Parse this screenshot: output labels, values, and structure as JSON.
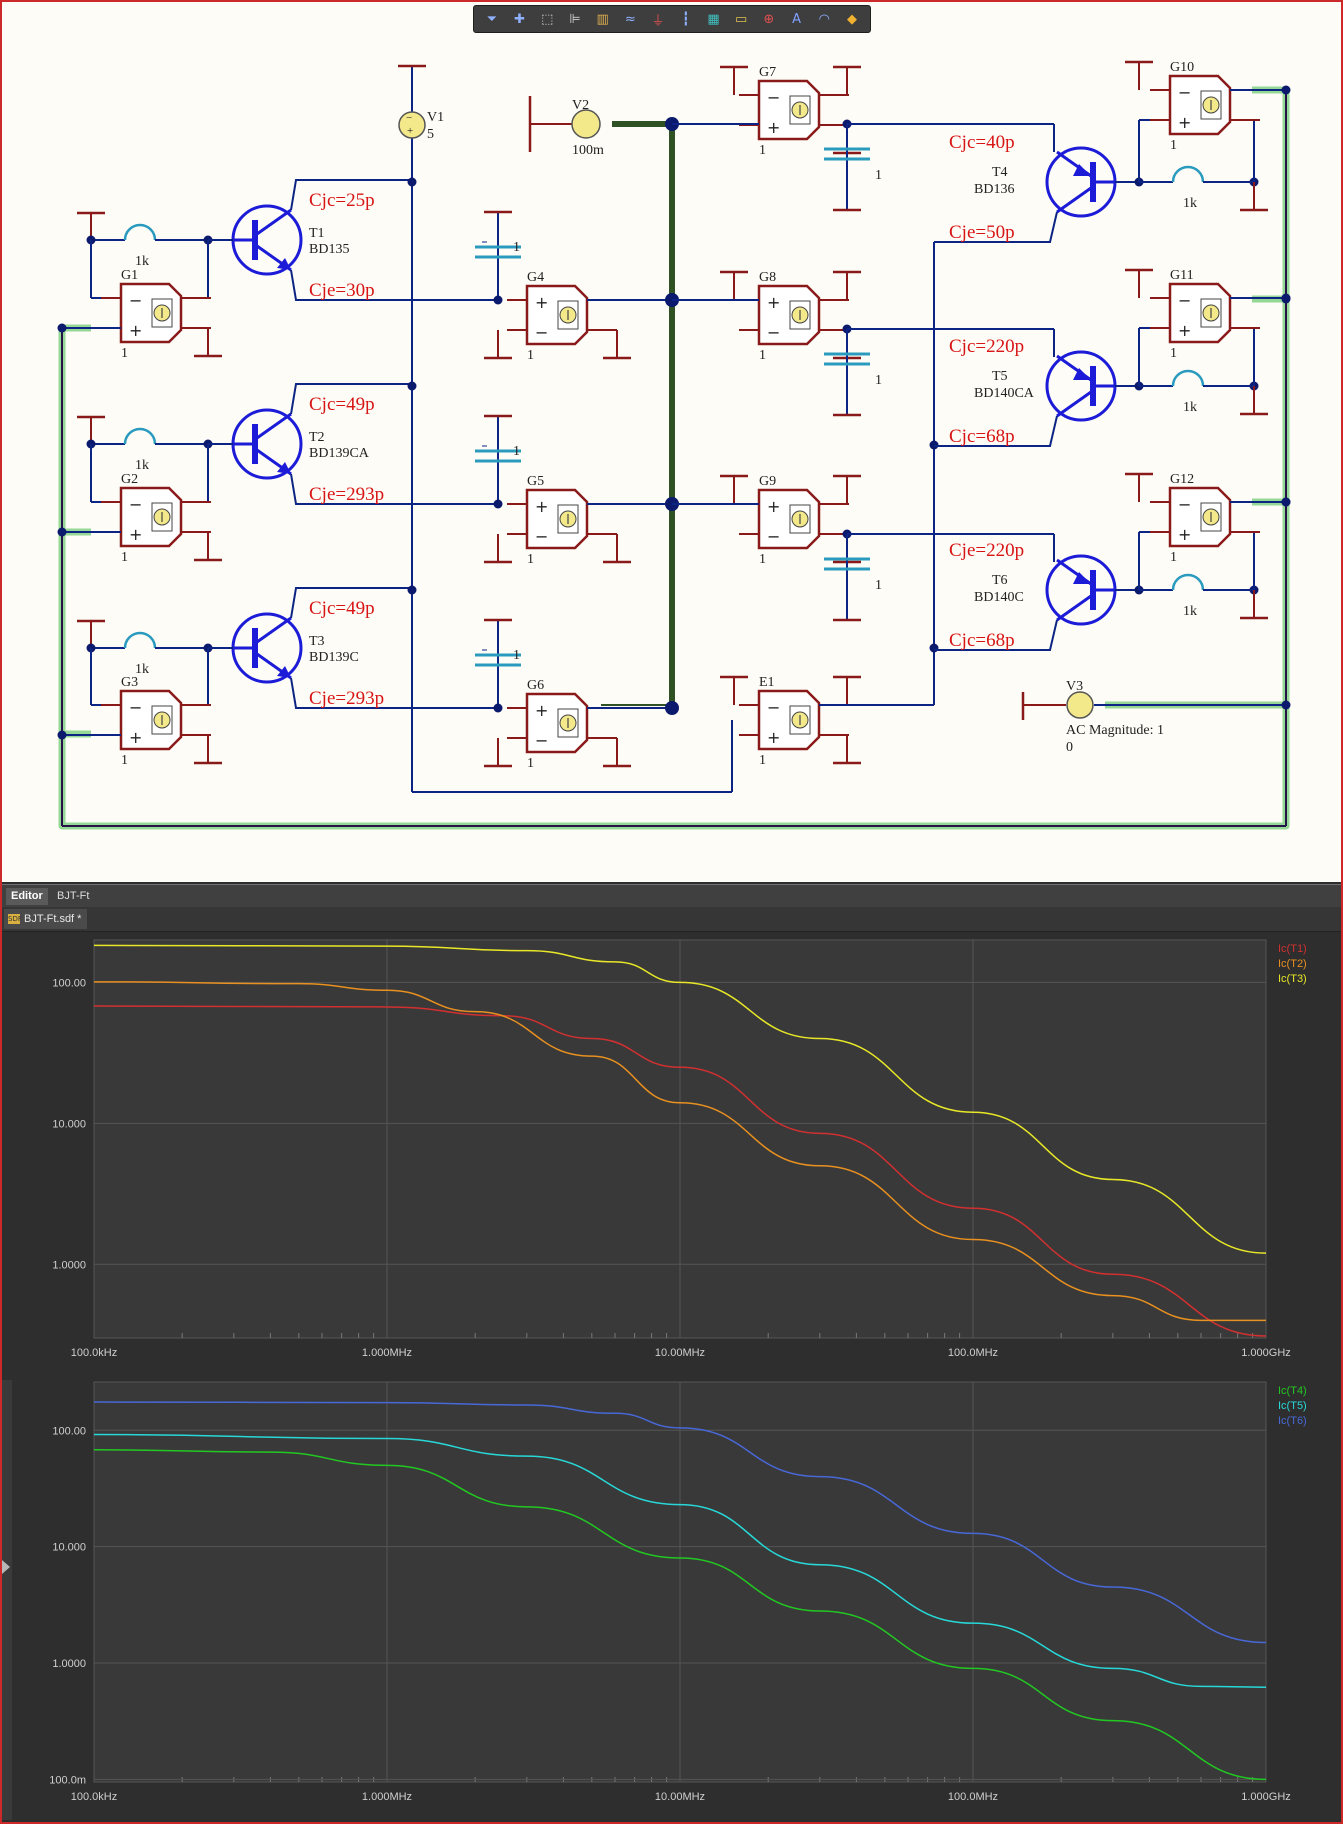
{
  "toolbar": {
    "buttons": [
      {
        "name": "filter-icon",
        "glyph": "⏷",
        "color": "#8fb0ff"
      },
      {
        "name": "crosshair-icon",
        "glyph": "✚",
        "color": "#8fb0ff"
      },
      {
        "name": "select-rect-icon",
        "glyph": "⬚",
        "color": "#cfcfcf"
      },
      {
        "name": "align-icon",
        "glyph": "⊫",
        "color": "#cfcfcf"
      },
      {
        "name": "component-icon",
        "glyph": "▥",
        "color": "#e0b050"
      },
      {
        "name": "wire-icon",
        "glyph": "≈",
        "color": "#8fb0ff"
      },
      {
        "name": "ground-icon",
        "glyph": "⏚",
        "color": "#e05050"
      },
      {
        "name": "bus-icon",
        "glyph": "┇",
        "color": "#8fb0ff"
      },
      {
        "name": "chip-icon",
        "glyph": "▦",
        "color": "#40c0c0"
      },
      {
        "name": "port-icon",
        "glyph": "▭",
        "color": "#e0c050"
      },
      {
        "name": "probe-icon",
        "glyph": "⊕",
        "color": "#e05050"
      },
      {
        "name": "text-icon",
        "glyph": "A",
        "color": "#7fa0ff"
      },
      {
        "name": "arc-icon",
        "glyph": "◠",
        "color": "#8fb0ff"
      },
      {
        "name": "marker-icon",
        "glyph": "◆",
        "color": "#f0b030"
      }
    ]
  },
  "schematic": {
    "colors": {
      "wire": "#0c2484",
      "component": "#8a1a1a",
      "net": "#25124a",
      "label": "#d81414",
      "transistor": "#1c1cd8",
      "capacitor": "#2a9bbf",
      "source_fill": "#f3e98a",
      "bus": "#2f5224",
      "highlight": "#95d896",
      "junction": "#0c1a6e"
    },
    "transistors": [
      {
        "ref": "T1",
        "part": "BD135",
        "cjc": "Cjc=25p",
        "cje": "Cje=30p"
      },
      {
        "ref": "T2",
        "part": "BD139CA",
        "cjc": "Cjc=49p",
        "cje": "Cje=293p"
      },
      {
        "ref": "T3",
        "part": "BD139C",
        "cjc": "Cjc=49p",
        "cje": "Cje=293p"
      },
      {
        "ref": "T4",
        "part": "BD136",
        "cjc": "Cjc=40p",
        "cje": "Cje=50p"
      },
      {
        "ref": "T5",
        "part": "BD140CA",
        "cjc": "Cjc=220p",
        "cje": "Cjc=68p"
      },
      {
        "ref": "T6",
        "part": "BD140C",
        "cjc": "Cje=220p",
        "cje": "Cjc=68p"
      }
    ],
    "sources": {
      "v1": {
        "ref": "V1",
        "value": "5"
      },
      "v2": {
        "ref": "V2",
        "value": "100m"
      },
      "v3": {
        "ref": "V3",
        "value": "AC Magnitude: 1",
        "value2": "0"
      }
    },
    "gains": {
      "G1": "1",
      "G2": "1",
      "G3": "1",
      "G4": "1",
      "G5": "1",
      "G6": "1",
      "G7": "1",
      "G8": "1",
      "G9": "1",
      "G10": "1",
      "G11": "1",
      "G12": "1",
      "E1": "1"
    },
    "inductor_value": "1k",
    "capacitor_value": "1"
  },
  "tabs": {
    "editor": "Editor",
    "bjt": "BJT-Ft",
    "file": "BJT-Ft.sdf *",
    "file_icon": "SDF"
  },
  "chart_data": [
    {
      "type": "line",
      "x_scale": "log",
      "y_scale": "log",
      "xlim": [
        100000,
        1000000000
      ],
      "ylim": [
        0.3,
        200
      ],
      "x_ticks": [
        "100.0kHz",
        "1.000MHz",
        "10.00MHz",
        "100.0MHz",
        "1.000GHz"
      ],
      "y_ticks": [
        "100.00",
        "10.000",
        "1.0000"
      ],
      "legend_position": "top-right",
      "grid": true,
      "series": [
        {
          "name": "Ic(T1)",
          "color": "#d23030",
          "points": [
            [
              100000,
              68
            ],
            [
              1000000,
              67
            ],
            [
              2500000,
              58
            ],
            [
              5000000,
              40
            ],
            [
              10000000,
              25
            ],
            [
              30000000,
              8.5
            ],
            [
              100000000,
              2.5
            ],
            [
              300000000,
              0.85
            ],
            [
              1000000000,
              0.31
            ]
          ]
        },
        {
          "name": "Ic(T2)",
          "color": "#e89020",
          "points": [
            [
              100000,
              101
            ],
            [
              500000,
              98
            ],
            [
              1000000,
              88
            ],
            [
              2000000,
              62
            ],
            [
              5000000,
              30
            ],
            [
              10000000,
              14
            ],
            [
              30000000,
              5
            ],
            [
              100000000,
              1.5
            ],
            [
              300000000,
              0.6
            ],
            [
              600000000,
              0.4
            ],
            [
              1000000000,
              0.4
            ]
          ]
        },
        {
          "name": "Ic(T3)",
          "color": "#e8e828",
          "points": [
            [
              100000,
              183
            ],
            [
              1000000,
              181
            ],
            [
              3000000,
              168
            ],
            [
              6000000,
              140
            ],
            [
              10000000,
              100
            ],
            [
              30000000,
              40
            ],
            [
              100000000,
              12
            ],
            [
              300000000,
              4
            ],
            [
              1000000000,
              1.2
            ]
          ]
        }
      ]
    },
    {
      "type": "line",
      "x_scale": "log",
      "y_scale": "log",
      "xlim": [
        100000,
        1000000000
      ],
      "ylim": [
        0.095,
        260
      ],
      "x_ticks": [
        "100.0kHz",
        "1.000MHz",
        "10.00MHz",
        "100.0MHz",
        "1.000GHz"
      ],
      "y_ticks": [
        "100.00",
        "10.000",
        "1.0000",
        "100.0m"
      ],
      "legend_position": "top-right",
      "grid": true,
      "series": [
        {
          "name": "Ic(T4)",
          "color": "#22c822",
          "points": [
            [
              100000,
              68
            ],
            [
              400000,
              65
            ],
            [
              1000000,
              50
            ],
            [
              3000000,
              22
            ],
            [
              10000000,
              8
            ],
            [
              30000000,
              2.8
            ],
            [
              100000000,
              0.9
            ],
            [
              300000000,
              0.32
            ],
            [
              1000000000,
              0.1
            ]
          ]
        },
        {
          "name": "Ic(T5)",
          "color": "#28d8d8",
          "points": [
            [
              100000,
              92
            ],
            [
              1000000,
              85
            ],
            [
              3000000,
              60
            ],
            [
              10000000,
              23
            ],
            [
              30000000,
              7
            ],
            [
              100000000,
              2.2
            ],
            [
              300000000,
              0.9
            ],
            [
              600000000,
              0.63
            ],
            [
              1000000000,
              0.62
            ]
          ]
        },
        {
          "name": "Ic(T6)",
          "color": "#4868d8",
          "points": [
            [
              100000,
              175
            ],
            [
              1000000,
              173
            ],
            [
              3000000,
              165
            ],
            [
              6000000,
              140
            ],
            [
              10000000,
              105
            ],
            [
              30000000,
              40
            ],
            [
              100000000,
              13
            ],
            [
              300000000,
              4.5
            ],
            [
              1000000000,
              1.5
            ]
          ]
        }
      ]
    }
  ]
}
